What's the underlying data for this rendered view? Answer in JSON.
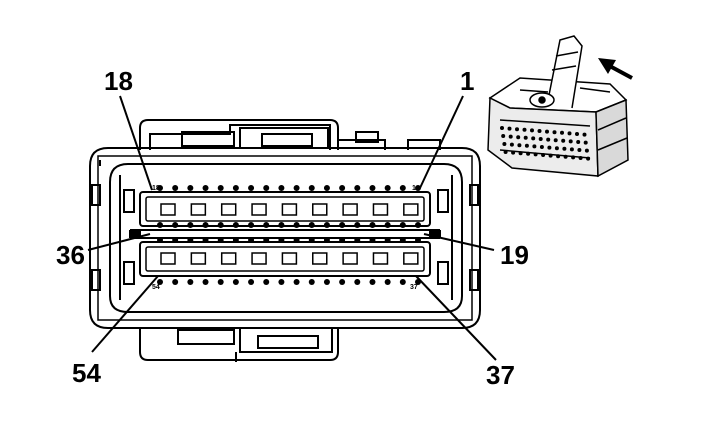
{
  "diagram": {
    "callouts": {
      "c18": "18",
      "c1": "1",
      "c36": "36",
      "c19": "19",
      "c54": "54",
      "c37": "37"
    },
    "pin_marks": {
      "m18": "18",
      "m1": "1",
      "m54": "54",
      "m37": "37"
    },
    "top_row_pins": 18,
    "middle_row_pins": 18,
    "bottom_row_pins": 18,
    "colors": {
      "line": "#000000",
      "fill": "#ffffff",
      "shade": "#d9d9d9"
    },
    "icons": [
      "connector-face",
      "connector-iso",
      "direction-arrow-icon"
    ]
  }
}
